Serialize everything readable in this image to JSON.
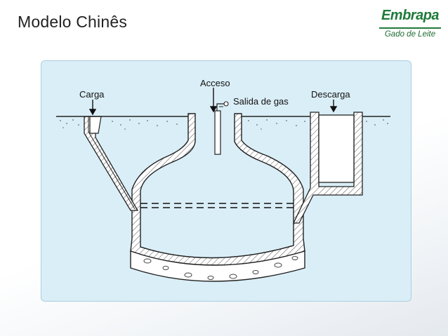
{
  "slide": {
    "title": "Modelo Chinês"
  },
  "logo": {
    "brand": "Embrapa",
    "subtitle": "Gado de Leite",
    "color": "#1f7a3a"
  },
  "diagram": {
    "panel_color": "#daeef7",
    "labels": {
      "carga": "Carga",
      "acceso": "Acceso",
      "salida_gas": "Salida de gas",
      "descarga": "Descarga"
    }
  }
}
